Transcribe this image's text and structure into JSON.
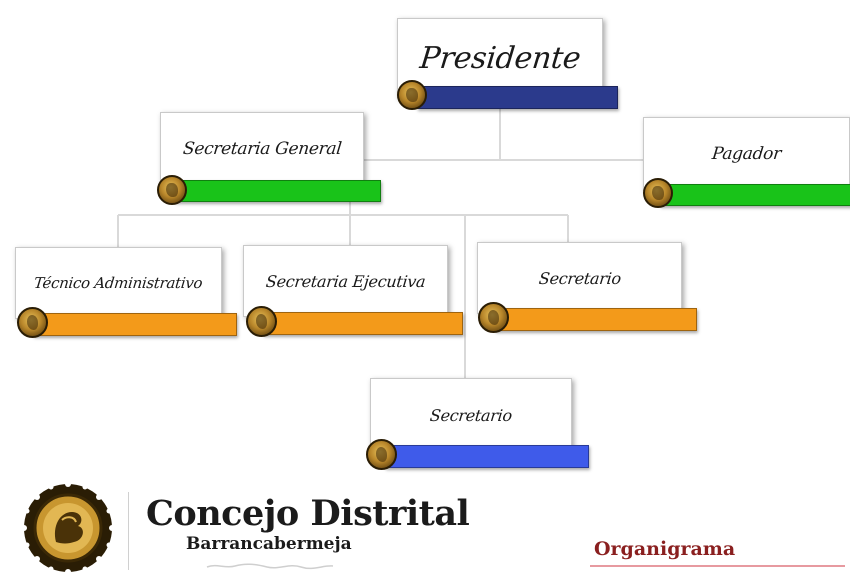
{
  "chart": {
    "nodes": [
      {
        "id": "presidente",
        "label": "Presidente",
        "bar_color": "#2b3a8c"
      },
      {
        "id": "secretaria_general",
        "label": "Secretaria General",
        "bar_color": "#19c319"
      },
      {
        "id": "pagador",
        "label": "Pagador",
        "bar_color": "#19c319"
      },
      {
        "id": "tecnico_administrativo",
        "label": "Técnico Administrativo",
        "bar_color": "#f39a1a"
      },
      {
        "id": "secretaria_ejecutiva",
        "label": "Secretaria Ejecutiva",
        "bar_color": "#f39a1a"
      },
      {
        "id": "secretario_1",
        "label": "Secretario",
        "bar_color": "#f39a1a"
      },
      {
        "id": "secretario_2",
        "label": "Secretario",
        "bar_color": "#3f5bea"
      }
    ],
    "edges": [
      [
        "presidente",
        "secretaria_general"
      ],
      [
        "presidente",
        "pagador"
      ],
      [
        "secretaria_general",
        "tecnico_administrativo"
      ],
      [
        "secretaria_general",
        "secretaria_ejecutiva"
      ],
      [
        "secretaria_general",
        "secretario_1"
      ],
      [
        "secretaria_general",
        "secretario_2"
      ]
    ]
  },
  "footer": {
    "org_name": "Concejo Distrital",
    "city": "Barrancabermeja",
    "section_title": "Organigrama",
    "logo_icon": "seal-icon"
  }
}
